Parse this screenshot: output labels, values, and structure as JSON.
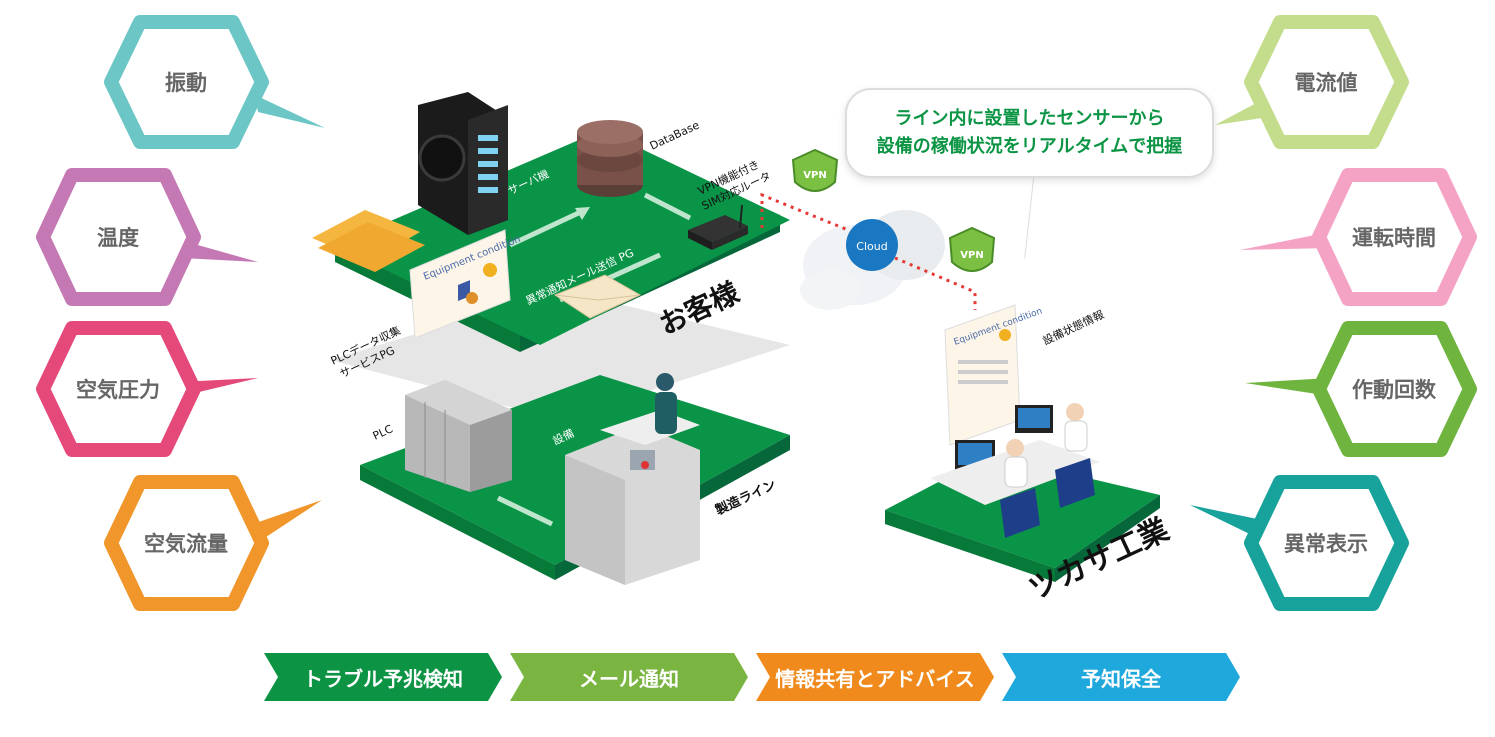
{
  "sensors_left": [
    {
      "label": "振動",
      "color": "#6cc6c6"
    },
    {
      "label": "温度",
      "color": "#c579b4"
    },
    {
      "label": "空気圧力",
      "color": "#e4497a"
    },
    {
      "label": "空気流量",
      "color": "#f0962a"
    }
  ],
  "sensors_right": [
    {
      "label": "電流値",
      "color": "#c3dd8d"
    },
    {
      "label": "運転時間",
      "color": "#f4a3c5"
    },
    {
      "label": "作動回数",
      "color": "#6fb43f"
    },
    {
      "label": "異常表示",
      "color": "#17a39c"
    }
  ],
  "labels": {
    "server": "サーバ機",
    "database": "DataBase",
    "router": "VPN機能付き",
    "router2": "SIM対応ルータ",
    "mail": "異常通知メール送信 PG",
    "customer": "お客様",
    "plc_collect": "PLCデータ収集",
    "plc_collect2": "サービスPG",
    "plc": "PLC",
    "equipment": "設備",
    "line": "製造ライン",
    "cloud": "Cloud",
    "vpn": "VPN",
    "status_info": "設備状態情報",
    "company": "ツカサ工業",
    "equipment_condition": "Equipment condition"
  },
  "bubble": {
    "line1": "ライン内に設置したセンサーから",
    "line2": "設備の稼働状況をリアルタイムで把握"
  },
  "steps": [
    {
      "label": "トラブル予兆検知",
      "color": "#0c9444"
    },
    {
      "label": "メール通知",
      "color": "#7ab541"
    },
    {
      "label": "情報共有とアドバイス",
      "color": "#f08a1c"
    },
    {
      "label": "予知保全",
      "color": "#1fa8dc"
    }
  ]
}
